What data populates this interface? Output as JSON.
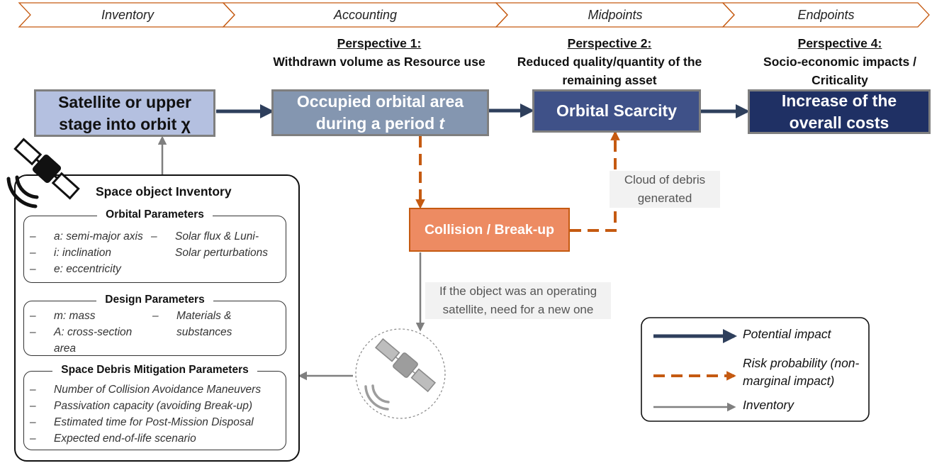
{
  "steps": [
    "Inventory",
    "Accounting",
    "Midpoints",
    "Endpoints"
  ],
  "perspectives": [
    {
      "heading": "Perspective 1:",
      "lines": [
        "Withdrawn volume as Resource use"
      ]
    },
    {
      "heading": "Perspective 2:",
      "lines": [
        "Reduced quality/quantity of the",
        "remaining asset"
      ]
    },
    {
      "heading": "Perspective 4:",
      "lines": [
        "Socio-economic impacts /",
        "Criticality"
      ]
    }
  ],
  "boxes": {
    "satellite": {
      "line1": "Satellite or upper",
      "line2": "stage into orbit ",
      "symbol": "χ"
    },
    "occupied": {
      "line1": "Occupied orbital area",
      "line2": "during a period ",
      "var": "t"
    },
    "scarcity": "Orbital Scarcity",
    "costs": {
      "line1": "Increase of the",
      "line2": "overall costs"
    },
    "collision": "Collision / Break-up"
  },
  "notes": {
    "debris": [
      "Cloud of debris",
      "generated"
    ],
    "operating": [
      "If the object was an operating",
      "satellite, need for a new one"
    ]
  },
  "inventory_panel": {
    "title": "Space object Inventory",
    "orbital": {
      "title": "Orbital Parameters",
      "items": [
        "a: semi-major axis",
        "i: inclination",
        "e: eccentricity"
      ],
      "side_item": [
        "Solar flux & Luni-",
        "Solar perturbations"
      ]
    },
    "design": {
      "title": "Design Parameters",
      "items": [
        "m: mass",
        "A: cross-section",
        "area"
      ],
      "side_item": [
        "Materials &",
        "substances"
      ]
    },
    "mitigation": {
      "title": "Space Debris Mitigation Parameters",
      "items": [
        "Number of Collision Avoidance Maneuvers",
        "Passivation capacity (avoiding Break-up)",
        "Estimated time for Post-Mission Disposal",
        "Expected end-of-life scenario"
      ]
    }
  },
  "legend": {
    "potential": "Potential impact",
    "risk": [
      "Risk probability (non-",
      "marginal impact)"
    ],
    "inventory": "Inventory"
  },
  "icons": [
    "satellite-icon",
    "satellite-gray-icon"
  ],
  "colors": {
    "chevron_border": "#c55a11",
    "box_satellite": "#b4c0e0",
    "box_occupied": "#8496b0",
    "box_scarcity": "#3f5188",
    "box_costs": "#1f3064",
    "box_collision": "#ed8b62",
    "dark_arrow": "#2e3f5c",
    "risk_arrow": "#c55a11",
    "inventory_arrow": "#7f7f7f"
  }
}
